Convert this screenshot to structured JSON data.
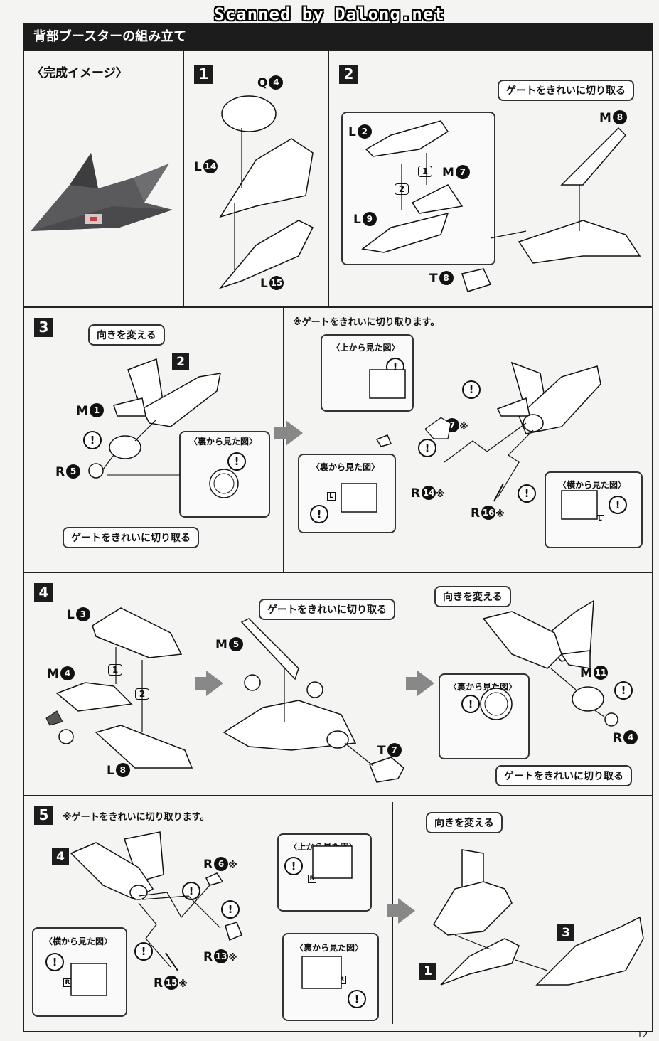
{
  "scan_banner": "Scanned by Dalong.net",
  "header": {
    "title": "背部ブースターの組み立て"
  },
  "completed": {
    "title": "〈完成イメージ〉"
  },
  "steps": {
    "s1": "1",
    "s2": "2",
    "s3": "3",
    "s4": "4",
    "s5": "5"
  },
  "refs": {
    "r2": "2",
    "r4": "4",
    "r1": "1",
    "r3": "3"
  },
  "step1": {
    "q": {
      "letter": "Q",
      "num": "4"
    },
    "l14": {
      "letter": "L",
      "num": "14"
    },
    "l15": {
      "letter": "L",
      "num": "15"
    }
  },
  "step2": {
    "gate_note": "ゲートをきれいに切り取る",
    "l2": {
      "letter": "L",
      "num": "2"
    },
    "l9": {
      "letter": "L",
      "num": "9"
    },
    "m7": {
      "letter": "M",
      "num": "7"
    },
    "m8": {
      "letter": "M",
      "num": "8"
    },
    "t8": {
      "letter": "T",
      "num": "8"
    },
    "order1": "1",
    "order2": "2"
  },
  "step3": {
    "turn_note": "向きを変える",
    "gate_note": "ゲートをきれいに切り取る",
    "note": "※ゲートをきれいに切り取ります。",
    "back_view": "〈裏から見た図〉",
    "top_view": "〈上から見た図〉",
    "back_view2": "〈裏から見た図〉",
    "side_view": "〈横から見た図〉",
    "m1": {
      "letter": "M",
      "num": "1"
    },
    "r5": {
      "letter": "R",
      "num": "5"
    },
    "r7": {
      "letter": "R",
      "num": "7",
      "mark": "※"
    },
    "r14": {
      "letter": "R",
      "num": "14",
      "mark": "※"
    },
    "r16": {
      "letter": "R",
      "num": "16",
      "mark": "※"
    }
  },
  "step4": {
    "gate_note": "ゲートをきれいに切り取る",
    "turn_note": "向きを変える",
    "back_view": "〈裏から見た図〉",
    "gate_note2": "ゲートをきれいに切り取る",
    "l3": {
      "letter": "L",
      "num": "3"
    },
    "m4": {
      "letter": "M",
      "num": "4"
    },
    "l8": {
      "letter": "L",
      "num": "8"
    },
    "m5": {
      "letter": "M",
      "num": "5"
    },
    "t7": {
      "letter": "T",
      "num": "7"
    },
    "m11": {
      "letter": "M",
      "num": "11"
    },
    "r4": {
      "letter": "R",
      "num": "4"
    },
    "order1": "1",
    "order2": "2"
  },
  "step5": {
    "note": "※ゲートをきれいに切り取ります。",
    "top_view": "〈上から見た図〉",
    "side_view": "〈横から見た図〉",
    "back_view": "〈裏から見た図〉",
    "turn_note": "向きを変える",
    "r6": {
      "letter": "R",
      "num": "6",
      "mark": "※"
    },
    "r13": {
      "letter": "R",
      "num": "13",
      "mark": "※"
    },
    "r15": {
      "letter": "R",
      "num": "15",
      "mark": "※"
    }
  },
  "warn_symbol": "!",
  "part_letters": {
    "l": "L",
    "r": "R"
  },
  "page_number": "12"
}
